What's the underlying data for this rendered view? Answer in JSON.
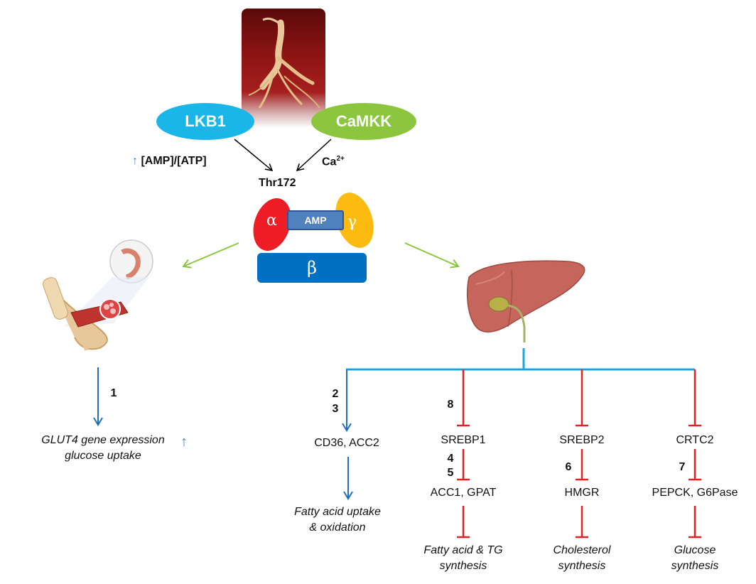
{
  "kinases": {
    "lkb1": "LKB1",
    "camkk": "CaMKK"
  },
  "signals": {
    "amp_ratio": "[AMP]/[ATP]",
    "calcium": "Ca",
    "calcium_sup": "2+"
  },
  "ampk": {
    "site": "Thr172",
    "alpha": "α",
    "gamma": "γ",
    "amp": "AMP",
    "beta": "β"
  },
  "muscle": {
    "step": "1",
    "outcome_line1": "GLUT4 gene expression",
    "outcome_line2": "glucose uptake"
  },
  "liver": {
    "branch1": {
      "steps": [
        "2",
        "3"
      ],
      "target": "CD36, ACC2",
      "outcome_line1": "Fatty acid uptake",
      "outcome_line2": "& oxidation"
    },
    "branch2": {
      "step_top": "8",
      "factor": "SREBP1",
      "steps": [
        "4",
        "5"
      ],
      "target": "ACC1, GPAT",
      "outcome_line1": "Fatty acid & TG",
      "outcome_line2": "synthesis"
    },
    "branch3": {
      "factor": "SREBP2",
      "step": "6",
      "target": "HMGR",
      "outcome_line1": "Cholesterol",
      "outcome_line2": "synthesis"
    },
    "branch4": {
      "factor": "CRTC2",
      "step": "7",
      "target": "PEPCK, G6Pase",
      "outcome_line1": "Glucose",
      "outcome_line2": "synthesis"
    }
  },
  "colors": {
    "lkb1": "#1ab6e8",
    "camkk": "#8cc63f",
    "alpha": "#ee1c25",
    "gamma": "#fdbb11",
    "amp_box": "#4f81bd",
    "beta": "#0070c0",
    "activate_arrow": "#1f6fbf",
    "inhibit": "#e32222",
    "tree_line": "#1aa7e0",
    "green_arrow": "#8cc63f"
  }
}
